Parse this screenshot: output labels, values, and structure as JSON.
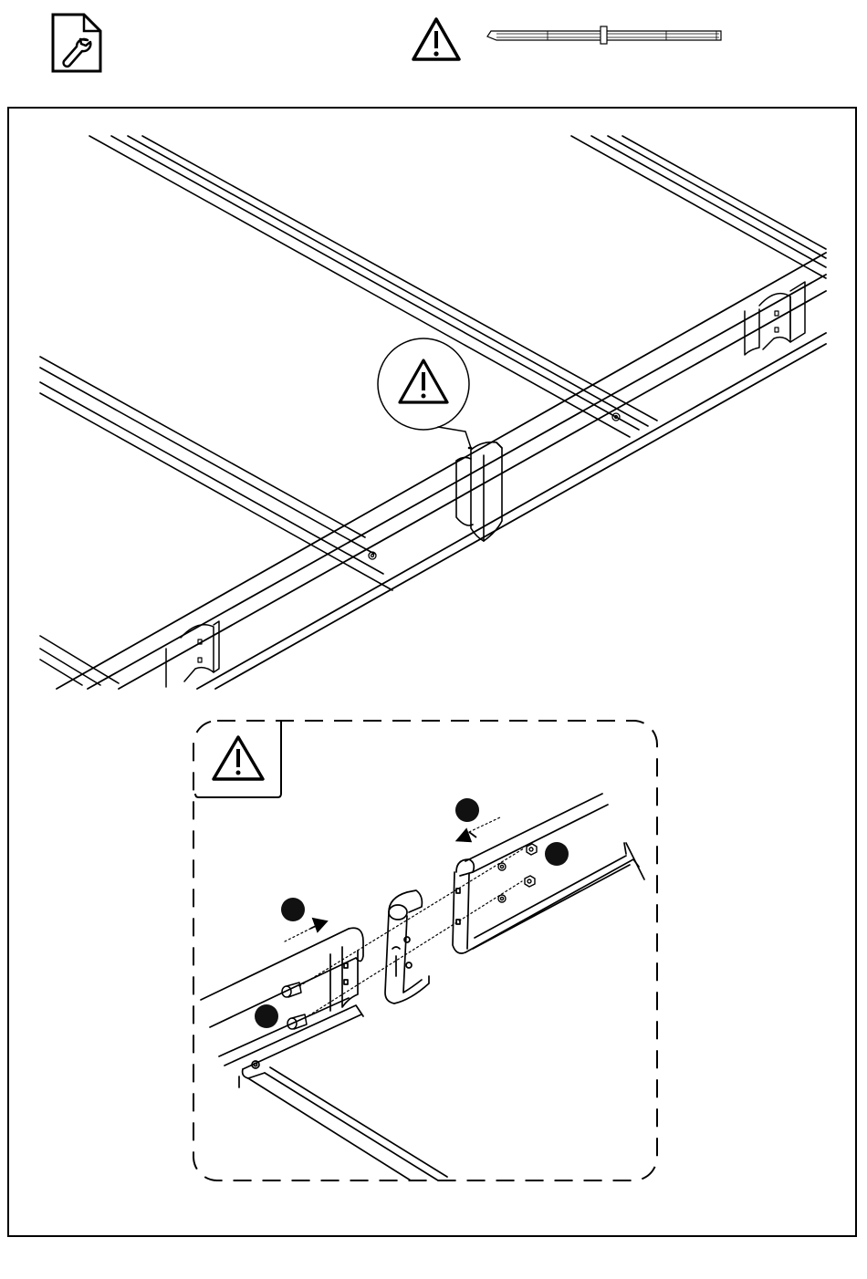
{
  "header": {
    "icons": [
      "wrench-document-icon",
      "warning-icon",
      "rail-part-icon"
    ]
  },
  "main_illustration": {
    "icons": [
      "warning-icon"
    ],
    "parts": [
      "frame-rail",
      "rail-joint-connector",
      "corner-bracket",
      "screw-hole"
    ]
  },
  "detail_inset": {
    "icons": [
      "warning-icon"
    ],
    "parts": [
      "connector-clip",
      "bolt",
      "nut",
      "step-marker",
      "arrow"
    ]
  },
  "colors": {
    "line": "#000000",
    "background": "#ffffff",
    "step_marker": "#111111"
  }
}
